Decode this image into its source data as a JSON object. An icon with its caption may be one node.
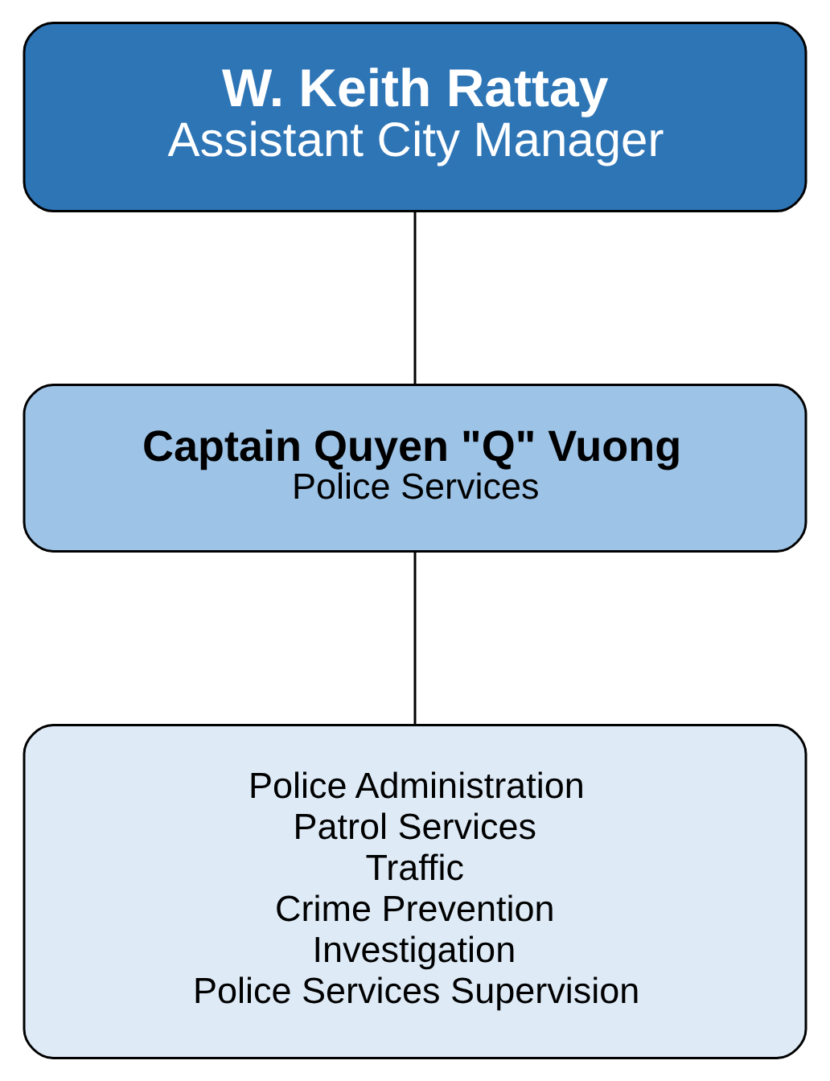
{
  "diagram": {
    "nodes": [
      {
        "text": [
          "W. Keith Rattay",
          "Assistant City Manager"
        ]
      },
      {
        "text": [
          "Captain Quyen \"Q\" Vuong",
          "Police Services"
        ]
      },
      {
        "text": [
          "Police Administration",
          "Patrol Services",
          "Traffic",
          "Crime Prevention",
          "Investigation",
          "Police Services Supervision"
        ]
      }
    ],
    "edges": [
      {
        "from": 0,
        "to": 1,
        "arrow": "none"
      },
      {
        "from": 1,
        "to": 2,
        "arrow": "none"
      }
    ]
  }
}
